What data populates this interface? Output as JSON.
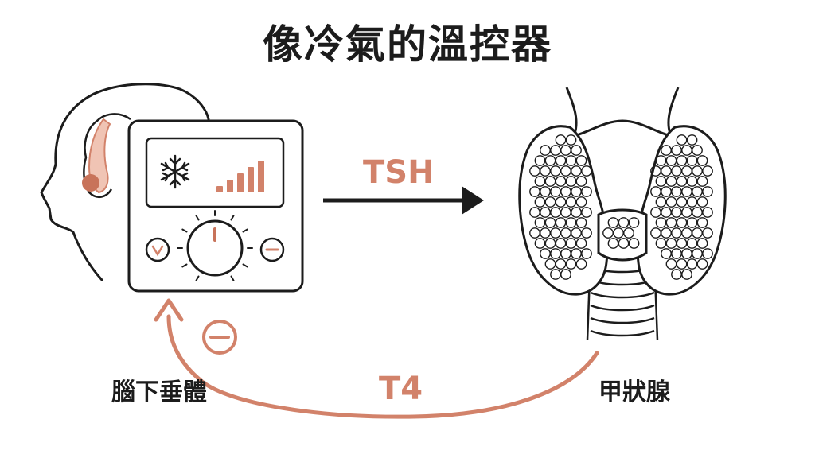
{
  "title": "像冷氣的溫控器",
  "labels": {
    "pituitary": "腦下垂體",
    "thyroid": "甲狀腺",
    "tsh": "TSH",
    "t4": "T4"
  },
  "colors": {
    "accent": "#d2826a",
    "ink": "#1c1c1c",
    "background": "#ffffff"
  },
  "icons": {
    "mode_icon": "snowflake-icon",
    "level_icon": "signal-bars-icon",
    "left_button": "chevron-down-icon",
    "right_button": "minus-icon",
    "feedback_sign": "minus-icon"
  },
  "thermostat": {
    "signal_bars_count": 5
  }
}
